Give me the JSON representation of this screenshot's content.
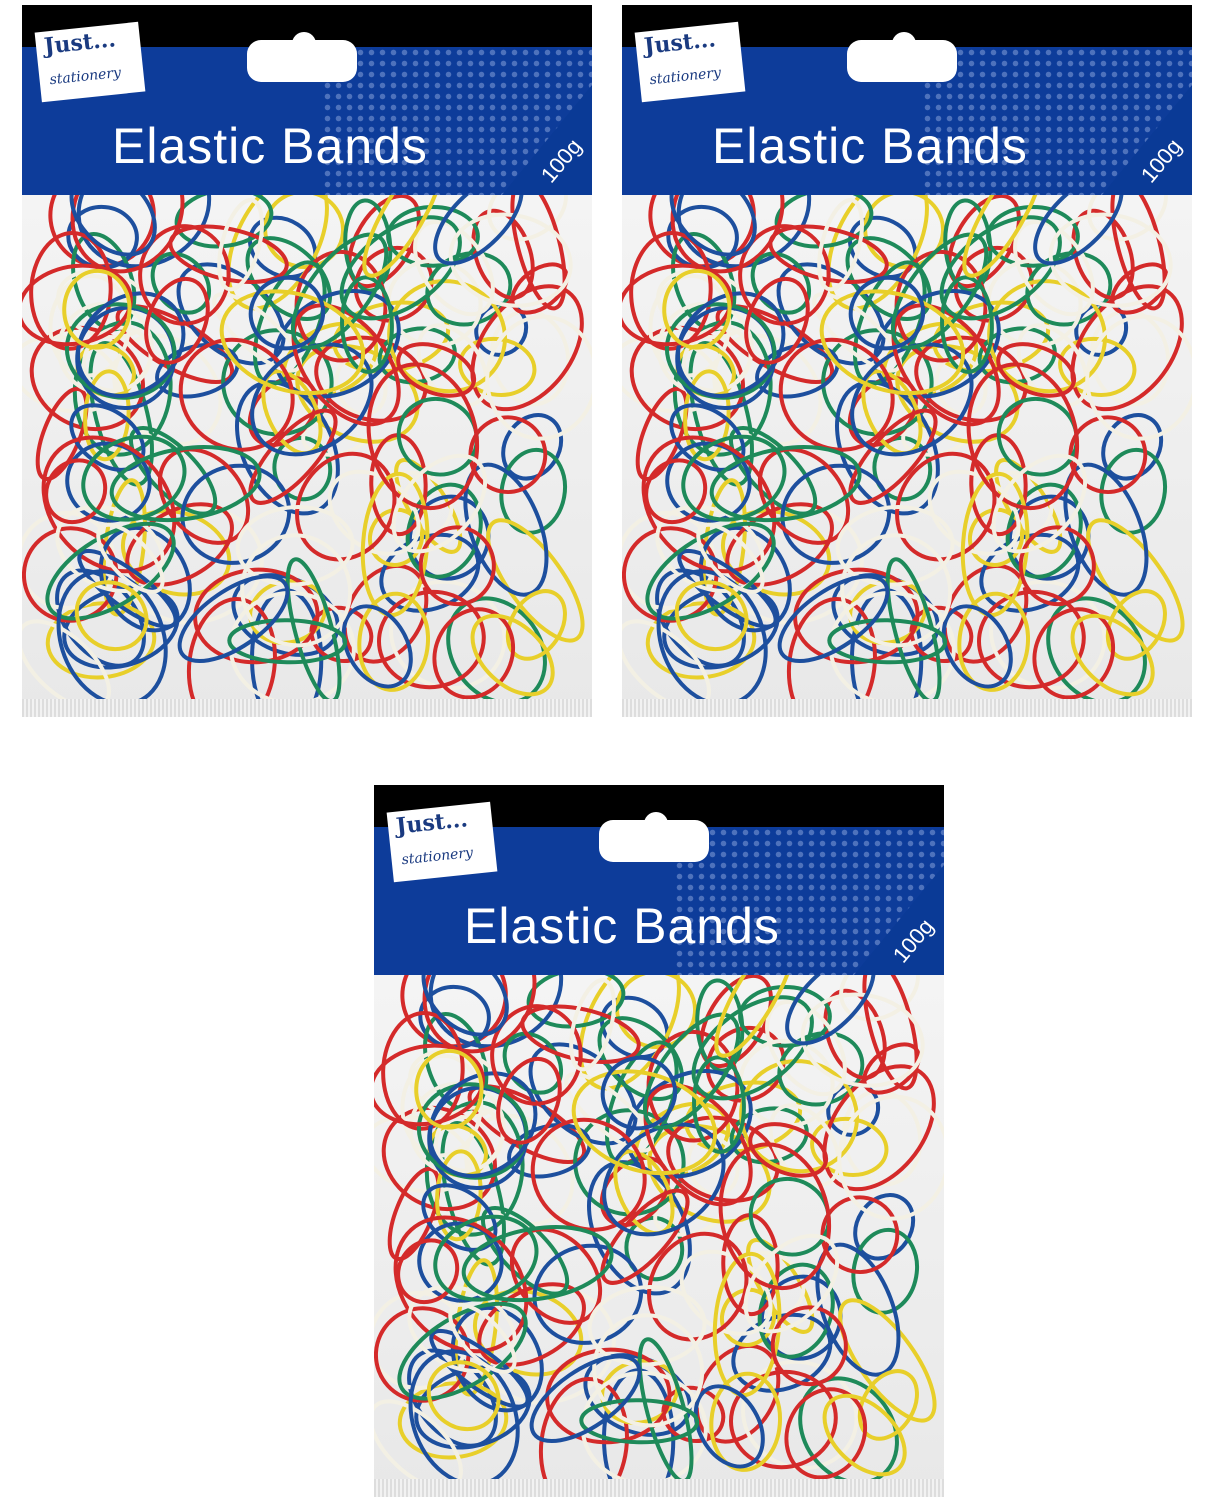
{
  "product": {
    "brand_logo": "Just... stationery",
    "brand_line1": "Just...",
    "brand_line2": "stationery",
    "title": "Elastic Bands",
    "weight": "100g"
  },
  "colors": {
    "header_blue": "#0d3c9a",
    "bands": [
      "#d42a2a",
      "#e8cf2a",
      "#1e8a5a",
      "#1d4f9e",
      "#f3f0e4"
    ]
  },
  "packs": [
    {
      "title": "Elastic Bands",
      "weight": "100g"
    },
    {
      "title": "Elastic Bands",
      "weight": "100g"
    },
    {
      "title": "Elastic Bands",
      "weight": "100g"
    }
  ]
}
